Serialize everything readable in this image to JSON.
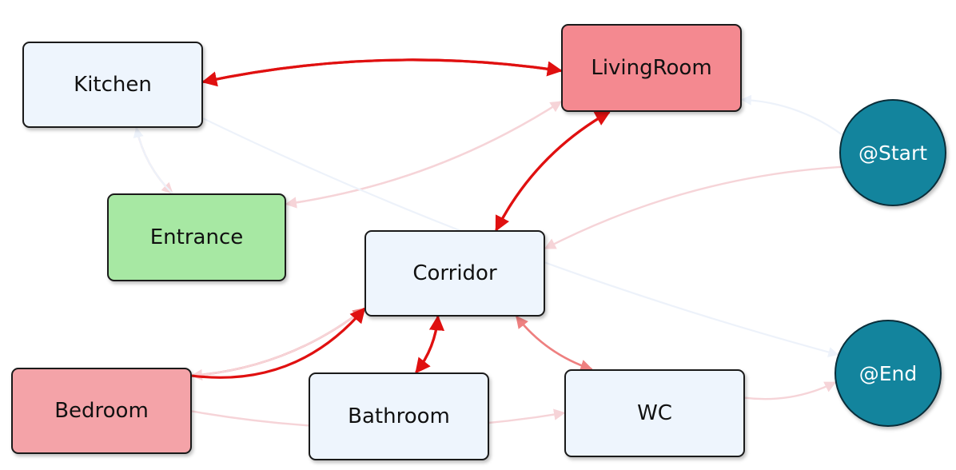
{
  "colors": {
    "default_fill": "#eef5fd",
    "entrance_fill": "#a7e8a3",
    "livingroom_fill": "#f48990",
    "bedroom_fill": "#f4a3a8",
    "terminal_fill": "#13849d",
    "edge_strong": "#e01010",
    "edge_medium": "#ee8080",
    "edge_faint": "#f6d4d8",
    "edge_ghost": "#edf2fa"
  },
  "nodes": [
    {
      "id": "kitchen",
      "label": "Kitchen",
      "shape": "rect",
      "fill": "default_fill"
    },
    {
      "id": "livingroom",
      "label": "LivingRoom",
      "shape": "rect",
      "fill": "livingroom_fill"
    },
    {
      "id": "entrance",
      "label": "Entrance",
      "shape": "rect",
      "fill": "entrance_fill"
    },
    {
      "id": "corridor",
      "label": "Corridor",
      "shape": "rect",
      "fill": "default_fill"
    },
    {
      "id": "bedroom",
      "label": "Bedroom",
      "shape": "rect",
      "fill": "bedroom_fill"
    },
    {
      "id": "bathroom",
      "label": "Bathroom",
      "shape": "rect",
      "fill": "default_fill"
    },
    {
      "id": "wc",
      "label": "WC",
      "shape": "rect",
      "fill": "default_fill"
    },
    {
      "id": "start",
      "label": "@Start",
      "shape": "circle",
      "fill": "terminal_fill"
    },
    {
      "id": "end",
      "label": "@End",
      "shape": "circle",
      "fill": "terminal_fill"
    }
  ],
  "edges": [
    {
      "from": "livingroom",
      "to": "kitchen",
      "strength": "strong"
    },
    {
      "from": "kitchen",
      "to": "livingroom",
      "strength": "strong"
    },
    {
      "from": "livingroom",
      "to": "corridor",
      "strength": "strong"
    },
    {
      "from": "corridor",
      "to": "livingroom",
      "strength": "strong"
    },
    {
      "from": "entrance",
      "to": "livingroom",
      "strength": "faint"
    },
    {
      "from": "livingroom",
      "to": "entrance",
      "strength": "faint"
    },
    {
      "from": "kitchen",
      "to": "entrance",
      "strength": "faint"
    },
    {
      "from": "entrance",
      "to": "kitchen",
      "strength": "ghost"
    },
    {
      "from": "start",
      "to": "livingroom",
      "strength": "ghost"
    },
    {
      "from": "start",
      "to": "corridor",
      "strength": "faint"
    },
    {
      "from": "kitchen",
      "to": "end",
      "strength": "ghost"
    },
    {
      "from": "bedroom",
      "to": "corridor",
      "strength": "medium"
    },
    {
      "from": "corridor",
      "to": "bedroom",
      "strength": "faint"
    },
    {
      "from": "bedroom",
      "to": "corridor",
      "strength": "strong"
    },
    {
      "from": "bathroom",
      "to": "corridor",
      "strength": "strong"
    },
    {
      "from": "corridor",
      "to": "bathroom",
      "strength": "strong"
    },
    {
      "from": "corridor",
      "to": "wc",
      "strength": "medium"
    },
    {
      "from": "wc",
      "to": "corridor",
      "strength": "medium"
    },
    {
      "from": "bedroom",
      "to": "wc",
      "strength": "faint"
    },
    {
      "from": "wc",
      "to": "end",
      "strength": "faint"
    }
  ]
}
